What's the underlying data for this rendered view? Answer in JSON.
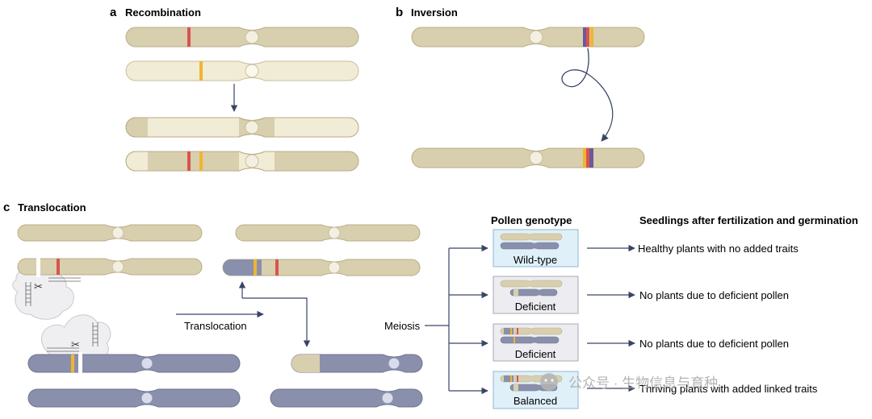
{
  "panel_a": {
    "letter": "a",
    "title": "Recombination"
  },
  "panel_b": {
    "letter": "b",
    "title": "Inversion"
  },
  "panel_c": {
    "letter": "c",
    "title": "Translocation",
    "translocation_label": "Translocation",
    "meiosis_label": "Meiosis",
    "pollen_header": "Pollen genotype",
    "seedlings_header": "Seedlings after fertilization and germination",
    "genotypes": [
      {
        "label": "Wild-type",
        "outcome": "Healthy plants with no added traits",
        "box_color": "#dff0f9"
      },
      {
        "label": "Deficient",
        "outcome": "No plants due to deficient pollen",
        "box_color": "#ececf1"
      },
      {
        "label": "Deficient",
        "outcome": "No plants due to deficient pollen",
        "box_color": "#ececf1"
      },
      {
        "label": "Balanced",
        "outcome": "Thriving plants with added linked traits",
        "box_color": "#dff0f9"
      }
    ]
  },
  "watermark": "公众号 · 生物信息与育种",
  "colors": {
    "chromosome_tan": "#d8cfae",
    "chromosome_cream": "#f1ecd6",
    "chromosome_blue": "#8a90ab",
    "marker_red": "#d9534f",
    "marker_yellow": "#f0b530",
    "marker_purple": "#6a5a9a",
    "arrow": "#3a4466"
  }
}
